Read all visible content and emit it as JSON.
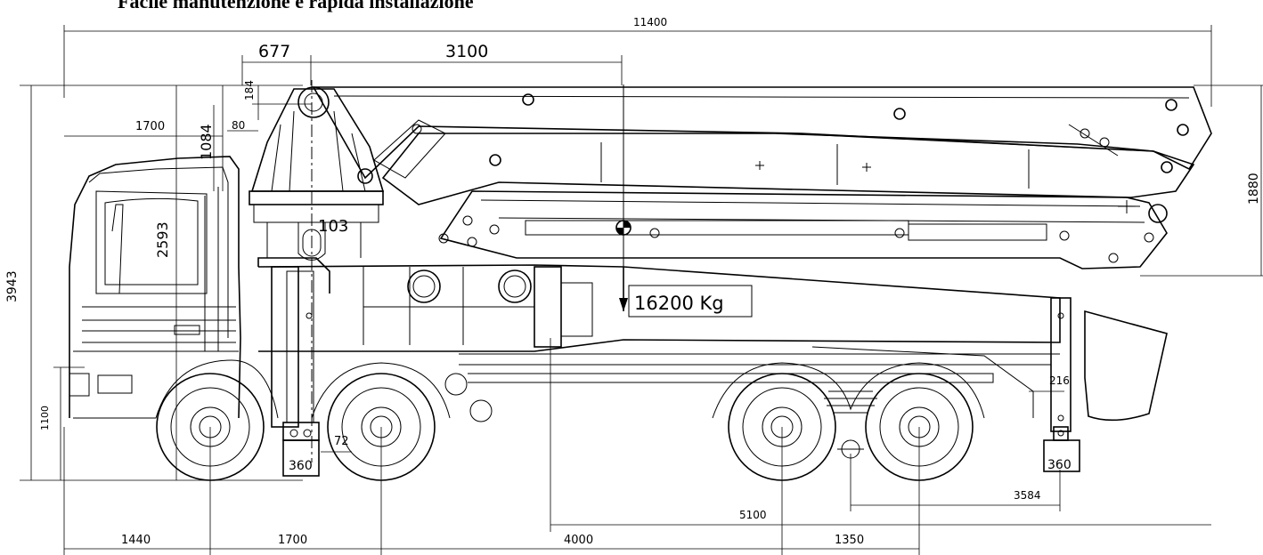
{
  "title": "Facile manutenzione e rapida installazione",
  "weight_label": "16200 Kg",
  "dimensions": {
    "overall_length": "11400",
    "turret_offset": "677",
    "boom_section": "3100",
    "turret_top_small": "184",
    "cab_to_turret": "1700",
    "turret_height": "1084",
    "turret_gap": "80",
    "overall_height": "3943",
    "cab_height": "2593",
    "boom_height": "1880",
    "pivot_width": "103",
    "chassis_height": "1100",
    "outrigger_offset": "72",
    "outrigger_front_pad": "360",
    "outrigger_rear_pad": "360",
    "rear_clearance": "216",
    "rear_outrigger_span": "3584",
    "outrigger_span": "5100",
    "front_overhang": "1440",
    "wheelbase_front": "1700",
    "wheelbase_mid": "4000",
    "wheelbase_rear": "1350"
  }
}
